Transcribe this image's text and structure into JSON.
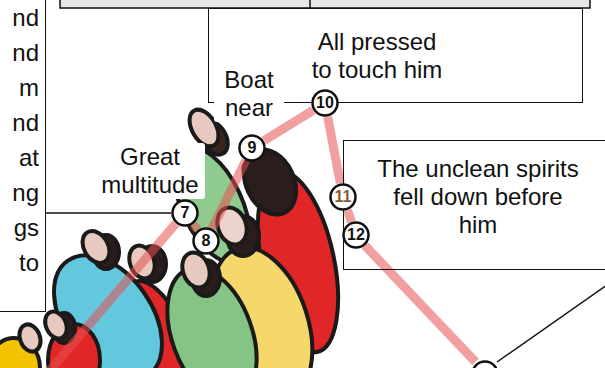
{
  "diagram": {
    "nodes": [
      {
        "text": [
          "nd nd m nd at ng gs to"
        ]
      },
      {
        "text": [
          "All pressed to touch him"
        ]
      },
      {
        "text": [
          "The unclean spirits fell down before him"
        ]
      },
      {
        "text": [
          "7"
        ]
      },
      {
        "text": [
          "8"
        ]
      },
      {
        "text": [
          "9"
        ]
      },
      {
        "text": [
          "10"
        ]
      },
      {
        "text": [
          "11"
        ]
      },
      {
        "text": [
          "12"
        ]
      }
    ],
    "edges": [
      {
        "from": 0,
        "to": 3,
        "arrow": "none"
      },
      {
        "from": 3,
        "to": 4,
        "arrow": "none"
      },
      {
        "from": 4,
        "to": 5,
        "arrow": "none"
      },
      {
        "from": 5,
        "to": 6,
        "arrow": "none"
      },
      {
        "from": 6,
        "to": 7,
        "arrow": "none"
      },
      {
        "from": 7,
        "to": 8,
        "arrow": "none"
      }
    ],
    "labels": [
      "Boat near",
      "Great multitude"
    ]
  }
}
